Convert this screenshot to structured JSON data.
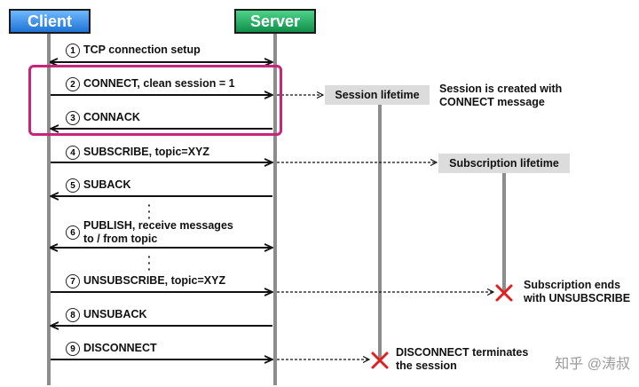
{
  "participants": {
    "client": "Client",
    "server": "Server"
  },
  "steps": [
    {
      "num": "1",
      "label": "TCP connection setup"
    },
    {
      "num": "2",
      "label": "CONNECT, clean session = 1"
    },
    {
      "num": "3",
      "label": "CONNACK"
    },
    {
      "num": "4",
      "label": "SUBSCRIBE, topic=XYZ"
    },
    {
      "num": "5",
      "label": "SUBACK"
    },
    {
      "num": "6",
      "label": "PUBLISH, receive messages",
      "label2": "to / from topic"
    },
    {
      "num": "7",
      "label": "UNSUBSCRIBE, topic=XYZ"
    },
    {
      "num": "8",
      "label": "UNSUBACK"
    },
    {
      "num": "9",
      "label": "DISCONNECT"
    }
  ],
  "lifetimes": {
    "session": "Session lifetime",
    "subscription": "Subscription lifetime"
  },
  "notes": {
    "session_created": [
      "Session is created with",
      "CONNECT message"
    ],
    "subscription_ends": [
      "Subscription ends",
      "with UNSUBSCRIBE"
    ],
    "disconnect_terminates": [
      "DISCONNECT terminates",
      "the session"
    ]
  },
  "watermark": "知乎 @涛叔",
  "colors": {
    "client": "#1f73d6",
    "server": "#0f8f4a",
    "highlight": "#c8247c",
    "end_marker": "#e02020"
  }
}
